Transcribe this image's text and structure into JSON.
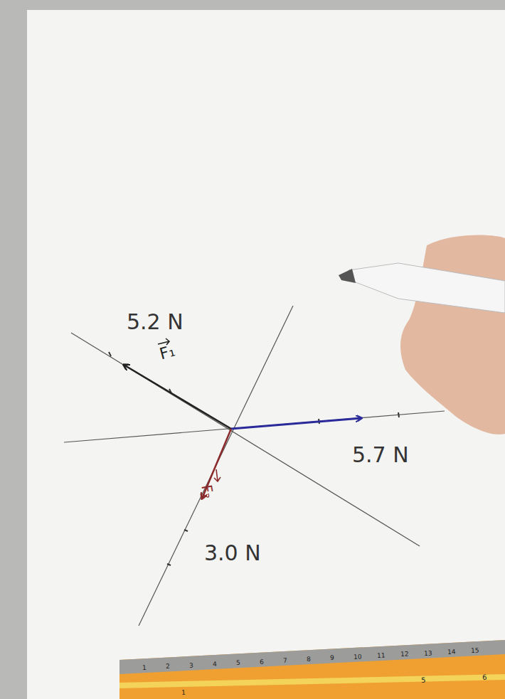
{
  "diagram": {
    "labels": [
      "5.2 N",
      "F₁",
      "5.7 N",
      "F₂",
      "3.0 N",
      "1",
      "2",
      "3",
      "4",
      "5",
      "6",
      "7",
      "8",
      "9",
      "10",
      "11",
      "12",
      "13",
      "14",
      "15",
      "1",
      "5",
      "6"
    ]
  }
}
